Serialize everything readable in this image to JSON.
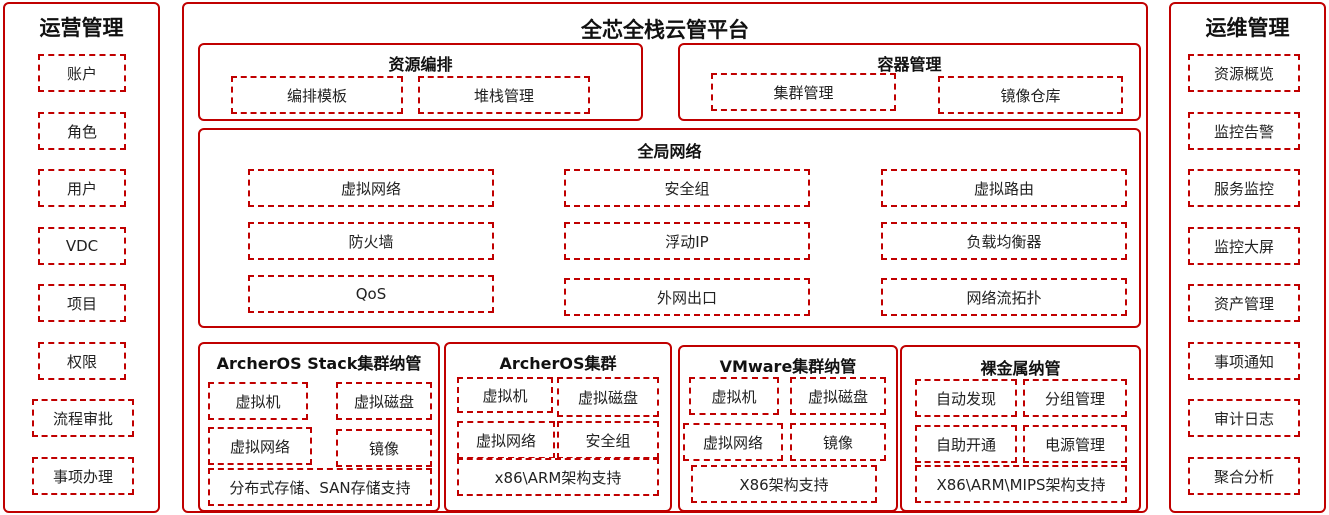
{
  "left": {
    "title": "运营管理",
    "items": [
      "账户",
      "角色",
      "用户",
      "VDC",
      "项目",
      "权限",
      "流程审批",
      "事项办理"
    ]
  },
  "right": {
    "title": "运维管理",
    "items": [
      "资源概览",
      "监控告警",
      "服务监控",
      "监控大屏",
      "资产管理",
      "事项通知",
      "审计日志",
      "聚合分析"
    ]
  },
  "center": {
    "title": "全芯全栈云管平台",
    "orchestration": {
      "title": "资源编排",
      "items": [
        "编排模板",
        "堆栈管理"
      ]
    },
    "container": {
      "title": "容器管理",
      "items": [
        "集群管理",
        "镜像仓库"
      ]
    },
    "network": {
      "title": "全局网络",
      "items": [
        "虚拟网络",
        "安全组",
        "虚拟路由",
        "防火墙",
        "浮动IP",
        "负载均衡器",
        "QoS",
        "外网出口",
        "网络流拓扑"
      ]
    },
    "stack": {
      "title": "ArcherOS Stack集群纳管",
      "items": [
        "虚拟机",
        "虚拟磁盘",
        "虚拟网络",
        "镜像",
        "分布式存储、SAN存储支持"
      ]
    },
    "archeros": {
      "title": "ArcherOS集群",
      "items": [
        "虚拟机",
        "虚拟磁盘",
        "虚拟网络",
        "安全组",
        "x86\\ARM架构支持"
      ]
    },
    "vmware": {
      "title": "VMware集群纳管",
      "items": [
        "虚拟机",
        "虚拟磁盘",
        "虚拟网络",
        "镜像",
        "X86架构支持"
      ]
    },
    "baremetal": {
      "title": "裸金属纳管",
      "items": [
        "自动发现",
        "分组管理",
        "自助开通",
        "电源管理",
        "X86\\ARM\\MIPS架构支持"
      ]
    }
  }
}
